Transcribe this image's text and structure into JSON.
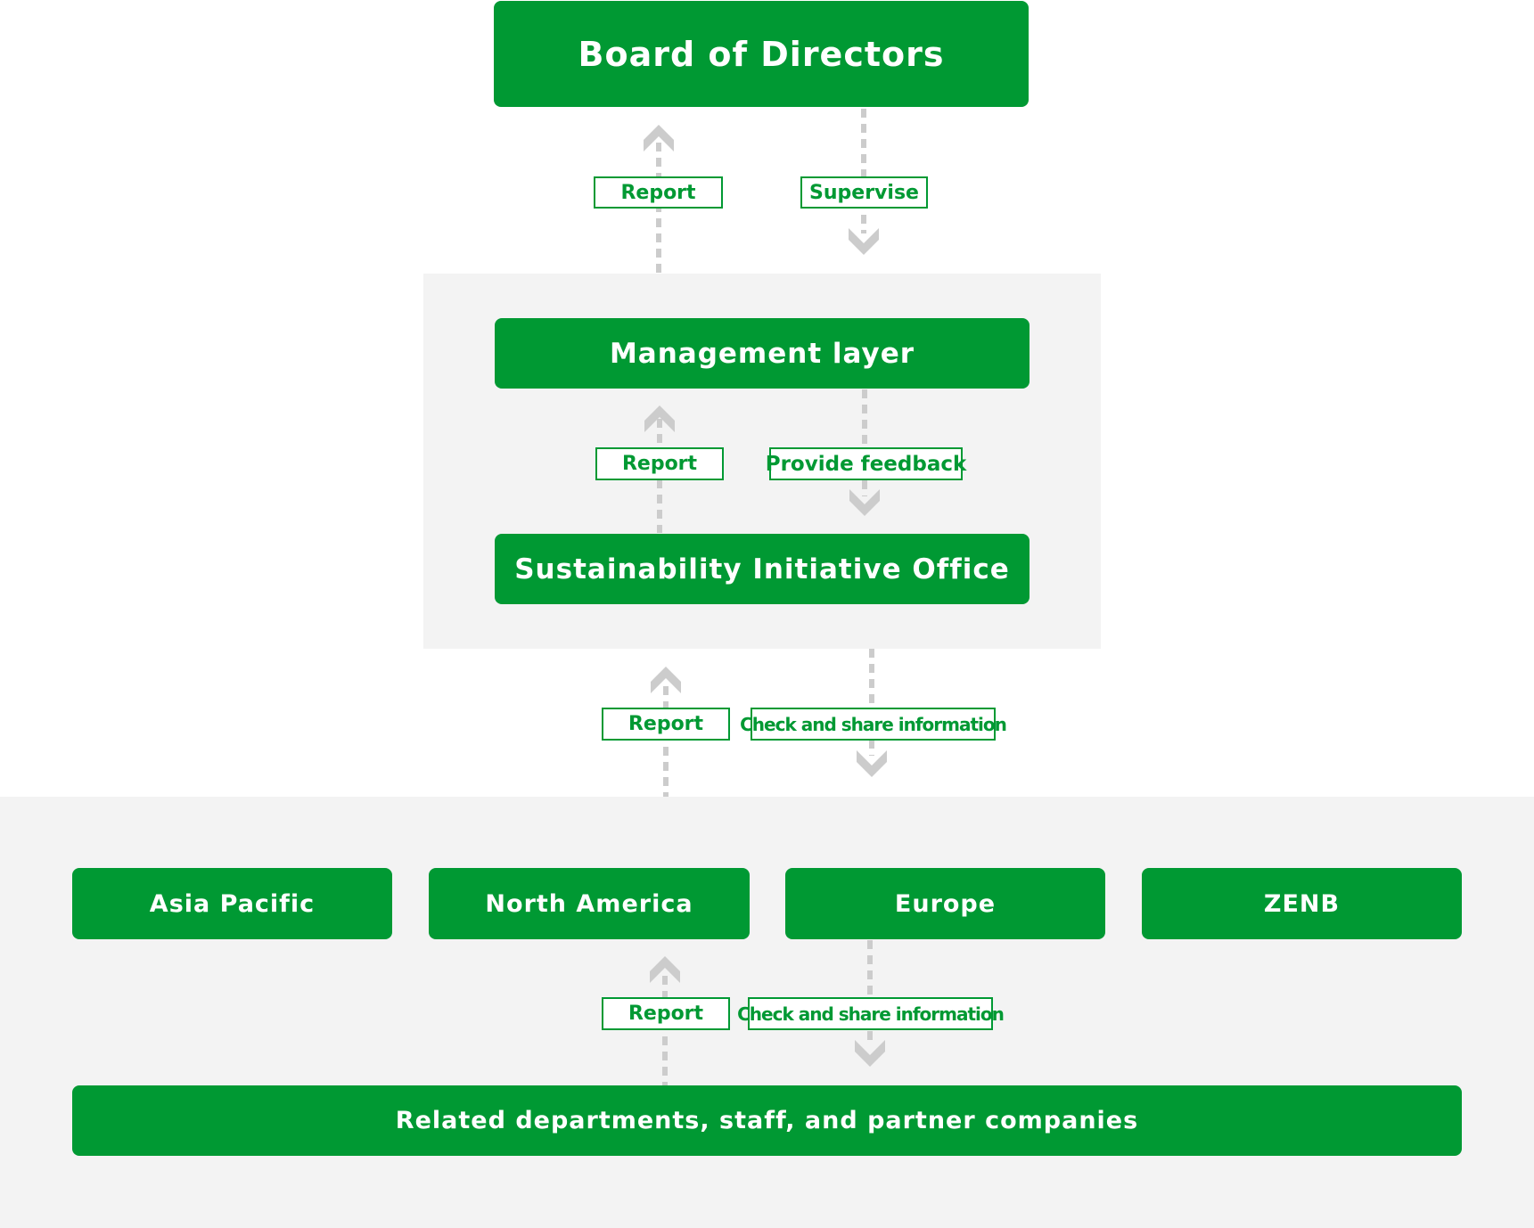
{
  "colors": {
    "primary": "#009933",
    "panel": "#f3f3f3",
    "connector": "#cccccc"
  },
  "nodes": {
    "board": "Board of Directors",
    "management": "Management layer",
    "sio": "Sustainability Initiative Office",
    "regions": [
      "Asia Pacific",
      "North America",
      "Europe",
      "ZENB"
    ],
    "related": "Related departments, staff, and partner companies"
  },
  "connectors": {
    "sio_to_board": {
      "up": "Report",
      "down": "Supervise"
    },
    "sio_to_management": {
      "up": "Report",
      "down": "Provide feedback"
    },
    "regions_to_sio": {
      "up": "Report",
      "down": "Check and share information"
    },
    "related_to_regions": {
      "up": "Report",
      "down": "Check and share information"
    }
  },
  "icons": {
    "up_arrow": "chevron-up-icon",
    "down_arrow": "chevron-down-icon"
  }
}
